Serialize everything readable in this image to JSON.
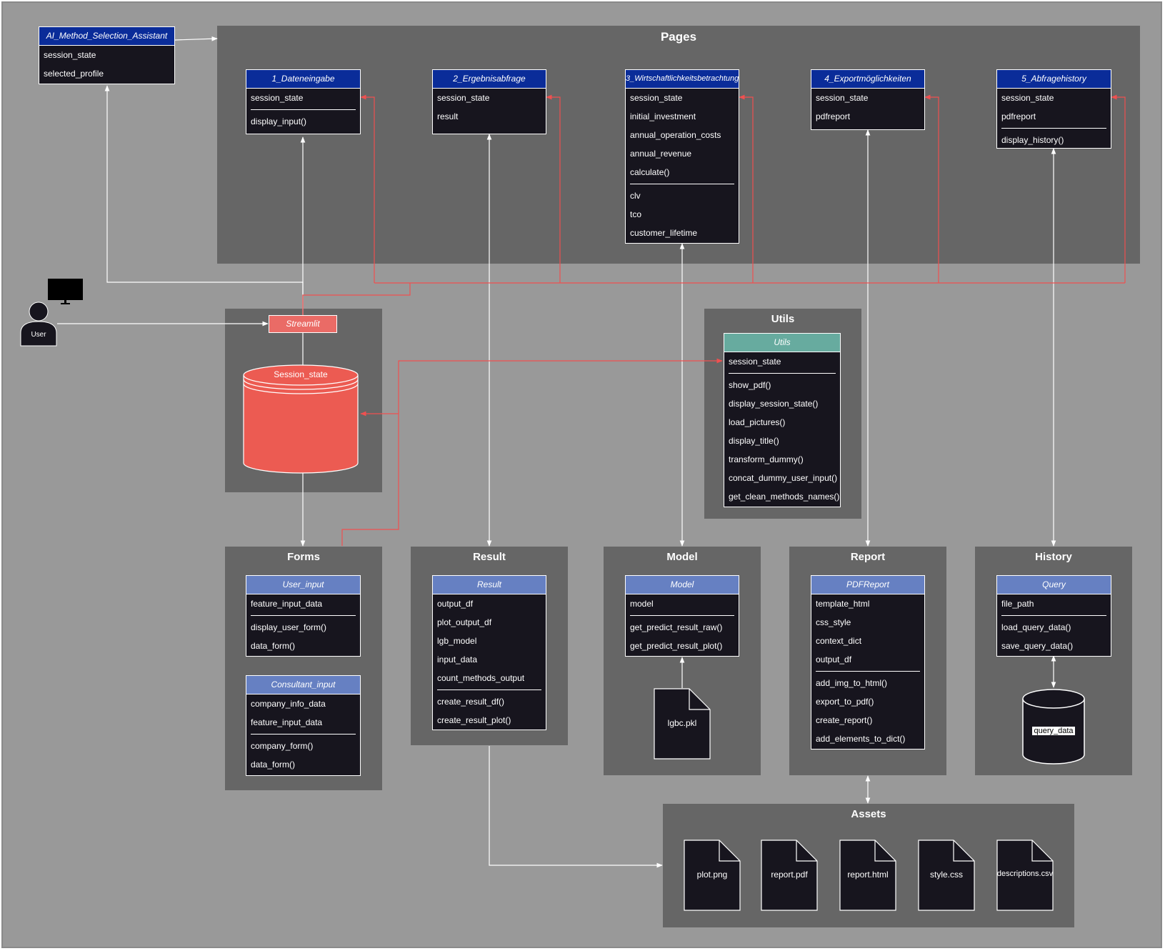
{
  "assistant": {
    "title": "AI_Method_Selection_Assistant",
    "fields": [
      "session_state",
      "selected_profile"
    ]
  },
  "pages": {
    "title": "Pages",
    "classes": [
      {
        "title": "1_Dateneingabe",
        "fields": [
          "session_state"
        ],
        "methods": [
          "display_input()"
        ]
      },
      {
        "title": "2_Ergebnisabfrage",
        "fields": [
          "session_state",
          "result"
        ],
        "methods": []
      },
      {
        "title": "3_Wirtschaftlichkeitsbetrachtung",
        "fields": [
          "session_state",
          "initial_investment",
          "annual_operation_costs",
          "annual_revenue",
          "calculate()"
        ],
        "methods": [
          "clv",
          "tco",
          "customer_lifetime"
        ]
      },
      {
        "title": "4_Exportmöglichkeiten",
        "fields": [
          "session_state",
          "pdfreport"
        ],
        "methods": []
      },
      {
        "title": "5_Abfragehistory",
        "fields": [
          "session_state",
          "pdfreport"
        ],
        "methods": [
          "display_history()"
        ]
      }
    ]
  },
  "user": {
    "label": "User"
  },
  "streamlit": {
    "label": "Streamlit",
    "session_state_label": "Session_state"
  },
  "utils": {
    "group_title": "Utils",
    "class": {
      "title": "Utils",
      "fields": [
        "session_state"
      ],
      "methods": [
        "show_pdf()",
        "display_session_state()",
        "load_pictures()",
        "display_title()",
        "transform_dummy()",
        "concat_dummy_user_input()",
        "get_clean_methods_names()"
      ]
    }
  },
  "forms": {
    "group_title": "Forms",
    "classes": [
      {
        "title": "User_input",
        "fields": [
          "feature_input_data"
        ],
        "methods": [
          "display_user_form()",
          "data_form()"
        ]
      },
      {
        "title": "Consultant_input",
        "fields": [
          "company_info_data",
          "feature_input_data"
        ],
        "methods": [
          "company_form()",
          "data_form()"
        ]
      }
    ]
  },
  "result": {
    "group_title": "Result",
    "class": {
      "title": "Result",
      "fields": [
        "output_df",
        "plot_output_df",
        "lgb_model",
        "input_data",
        "count_methods_output"
      ],
      "methods": [
        "create_result_df()",
        "create_result_plot()"
      ]
    }
  },
  "model": {
    "group_title": "Model",
    "class": {
      "title": "Model",
      "fields": [
        "model"
      ],
      "methods": [
        "get_predict_result_raw()",
        "get_predict_result_plot()"
      ]
    },
    "file": "lgbc.pkl"
  },
  "report": {
    "group_title": "Report",
    "class": {
      "title": "PDFReport",
      "fields": [
        "template_html",
        "css_style",
        "context_dict",
        "output_df"
      ],
      "methods": [
        "add_img_to_html()",
        "export_to_pdf()",
        "create_report()",
        "add_elements_to_dict()"
      ]
    }
  },
  "history": {
    "group_title": "History",
    "class": {
      "title": "Query",
      "fields": [
        "file_path"
      ],
      "methods": [
        "load_query_data()",
        "save_query_data()"
      ]
    },
    "db_label": "query_data"
  },
  "assets": {
    "group_title": "Assets",
    "files": [
      "plot.png",
      "report.pdf",
      "report.html",
      "style.css",
      "descriptions.csv"
    ]
  },
  "colors": {
    "background": "#999999",
    "group": "#666666",
    "class_body": "#17151e",
    "header_dark": "#0a2c99",
    "header_light": "#6680c2",
    "header_teal": "#67ab9f",
    "accent_red": "#ea6b66",
    "connector_red": "#f05050",
    "connector_white": "#ffffff"
  }
}
